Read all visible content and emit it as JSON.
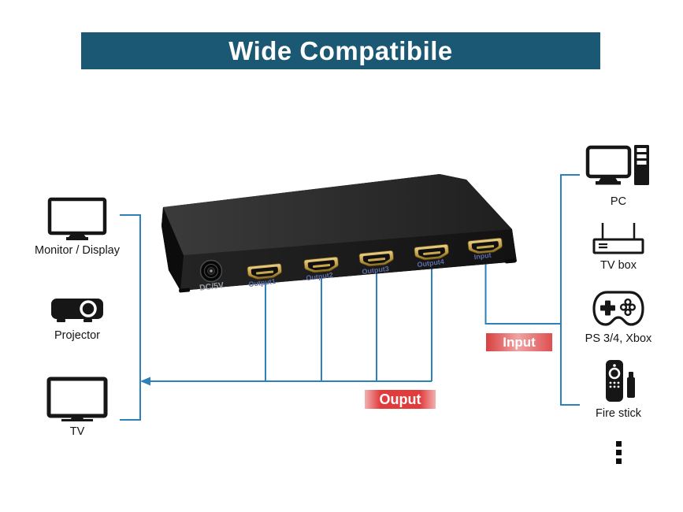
{
  "banner": {
    "title": "Wide Compatibile"
  },
  "device": {
    "dc_label": "DC/5V",
    "ports": [
      {
        "label": "Output1"
      },
      {
        "label": "Output2"
      },
      {
        "label": "Output3"
      },
      {
        "label": "Output4"
      },
      {
        "label": "Input"
      }
    ]
  },
  "badges": {
    "input": "Input",
    "output": "Ouput"
  },
  "left_devices": [
    {
      "label": "Monitor / Display",
      "icon": "monitor-icon"
    },
    {
      "label": "Projector",
      "icon": "projector-icon"
    },
    {
      "label": "TV",
      "icon": "tv-icon"
    }
  ],
  "right_devices": [
    {
      "label": "PC",
      "icon": "pc-icon"
    },
    {
      "label": "TV box",
      "icon": "tv-box-icon"
    },
    {
      "label": "PS 3/4, Xbox",
      "icon": "game-controller-icon"
    },
    {
      "label": "Fire stick",
      "icon": "fire-stick-icon"
    }
  ],
  "more_indicator_icon": "vertical-ellipsis-icon",
  "colors": {
    "banner_bg": "#1a5874",
    "connector_line": "#2e80ba",
    "badge_red": "#e13b3b",
    "port_label_blue": "#5c6ca5",
    "hdmi_gold": "#c9a84c",
    "device_black": "#1c1c1c"
  }
}
